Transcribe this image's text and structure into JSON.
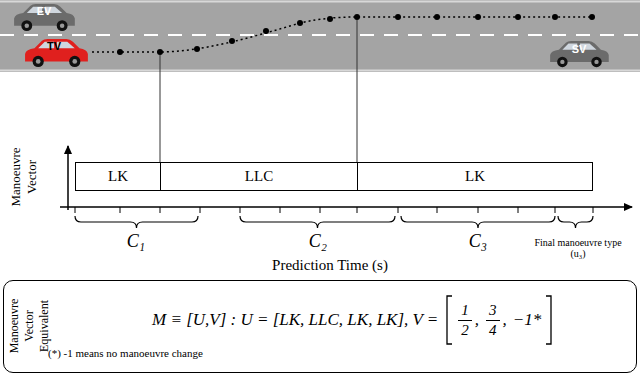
{
  "diagram": {
    "nodes": [
      {
        "text": [
          "LK"
        ]
      },
      {
        "text": [
          "LLC"
        ]
      },
      {
        "text": [
          "LK"
        ]
      },
      {
        "text": [
          "Manoeuvre Vector Equivalent",
          "M ≡ [U,V] : U = [LK, LLC, LK, LK], V =",
          "1",
          "2",
          ",",
          "3",
          "4",
          ",",
          "−1*",
          "(*) -1 means no manoeuvre change"
        ]
      }
    ],
    "labels": [
      "EV",
      "TV",
      "SV",
      "Manoeuvre Vector",
      "C₁",
      "C₂",
      "C₃",
      "Prediction Time (s)",
      "Final manoeuvre type (u₃)"
    ]
  }
}
